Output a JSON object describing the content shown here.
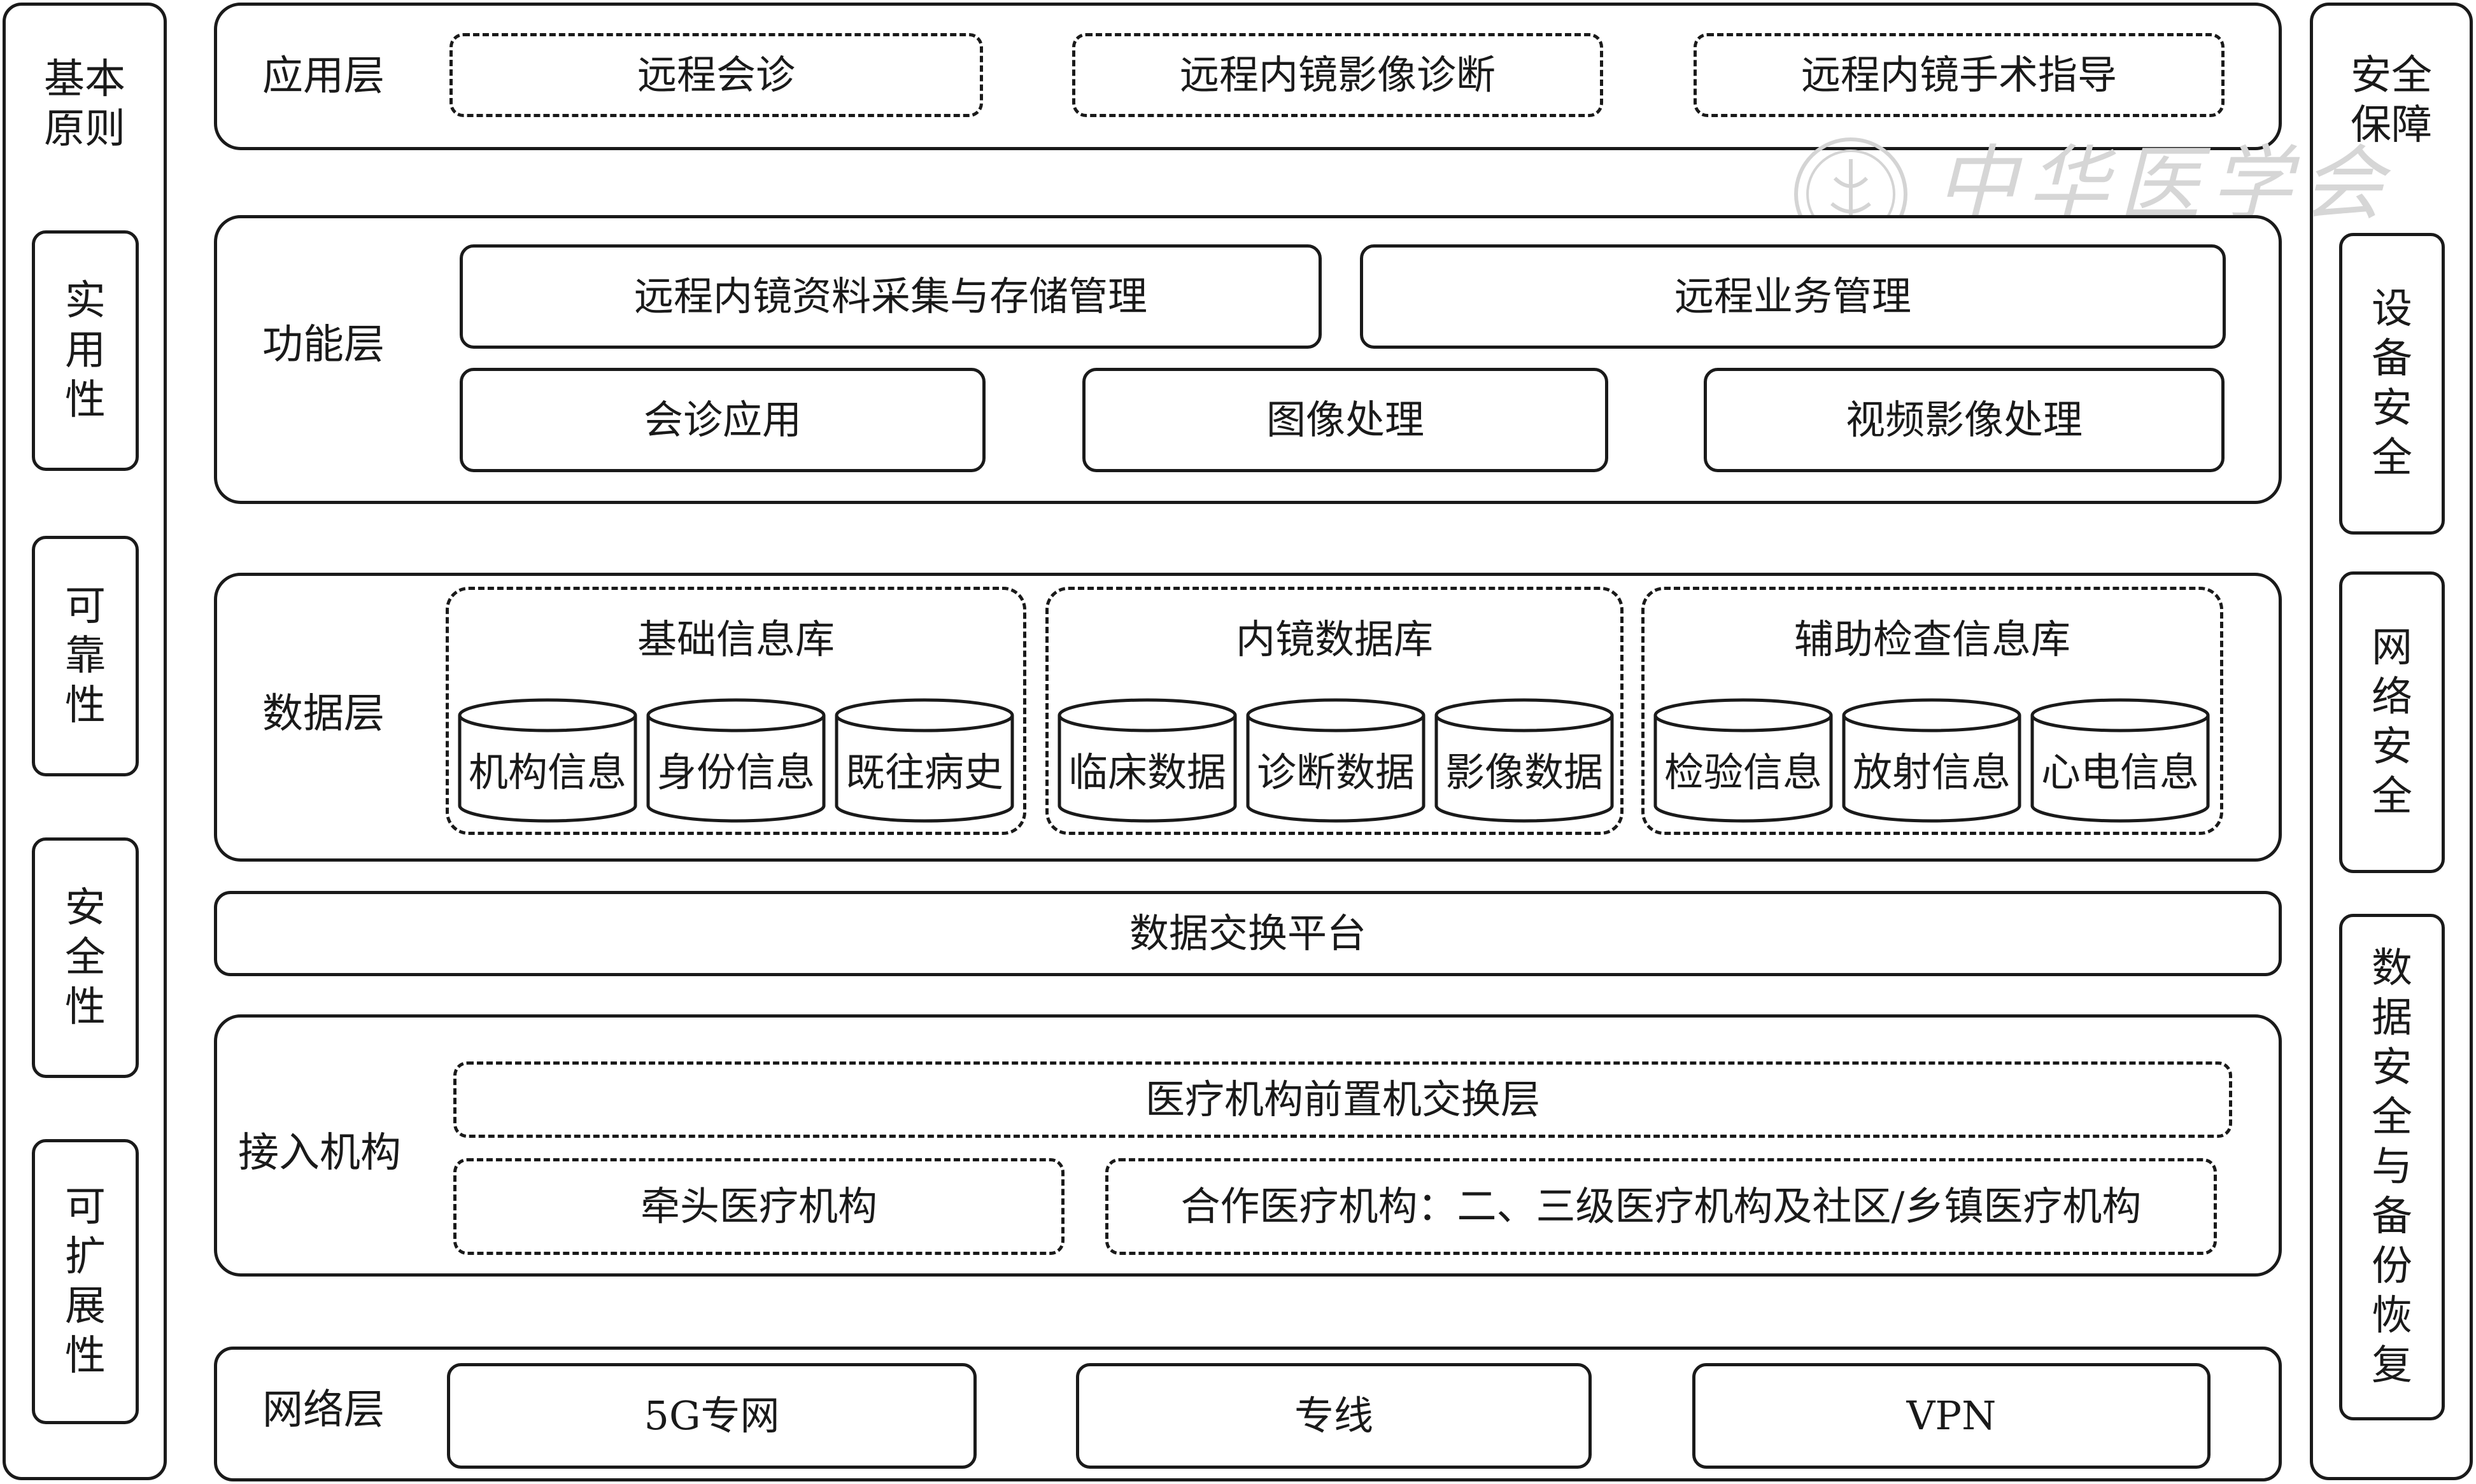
{
  "left_panel": {
    "title": "基本\n原则",
    "items": [
      "实\n用\n性",
      "可\n靠\n性",
      "安\n全\n性",
      "可\n扩\n展\n性"
    ]
  },
  "right_panel": {
    "title": "安全\n保障",
    "items": [
      "设\n备\n安\n全",
      "网\n络\n安\n全",
      "数\n据\n安\n全\n与\n备\n份\n恢\n复"
    ]
  },
  "app_layer": {
    "label": "应用层",
    "items": [
      "远程会诊",
      "远程内镜影像诊断",
      "远程内镜手术指导"
    ]
  },
  "function_layer": {
    "label": "功能层",
    "row1": [
      "远程内镜资料采集与存储管理",
      "远程业务管理"
    ],
    "row2": [
      "会诊应用",
      "图像处理",
      "视频影像处理"
    ]
  },
  "data_layer": {
    "label": "数据层",
    "groups": [
      {
        "title": "基础信息库",
        "items": [
          "机构信息",
          "身份信息",
          "既往病史"
        ]
      },
      {
        "title": "内镜数据库",
        "items": [
          "临床数据",
          "诊断数据",
          "影像数据"
        ]
      },
      {
        "title": "辅助检查信息库",
        "items": [
          "检验信息",
          "放射信息",
          "心电信息"
        ]
      }
    ]
  },
  "exchange_platform": {
    "label": "数据交换平台"
  },
  "access_layer": {
    "label": "接入机构",
    "front": "医疗机构前置机交换层",
    "lead": "牵头医疗机构",
    "partner": "合作医疗机构：二、三级医疗机构及社区/乡镇医疗机构"
  },
  "network_layer": {
    "label": "网络层",
    "items": [
      "5G专网",
      "专线",
      "VPN"
    ]
  },
  "watermark": {
    "text": "中华医学会"
  }
}
